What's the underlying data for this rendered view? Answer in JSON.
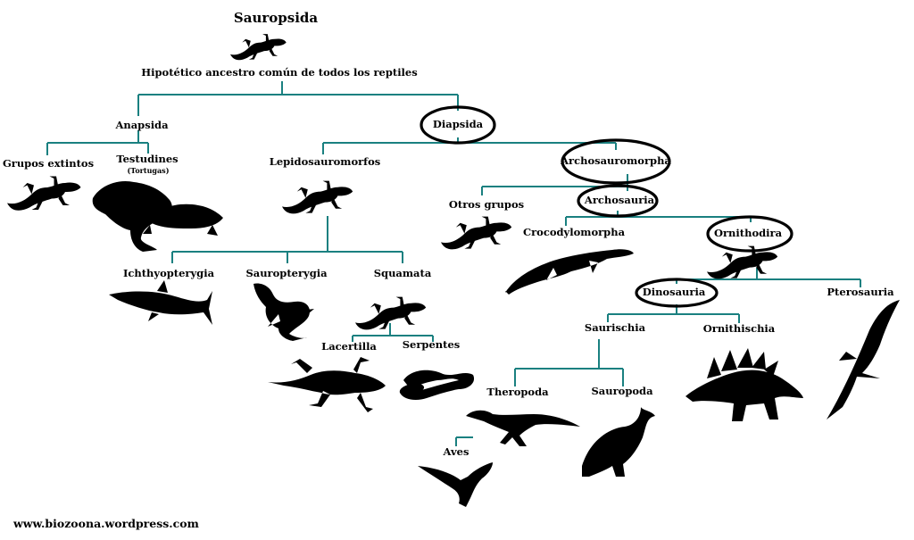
{
  "title": "Sauropsida",
  "ancestor": "Hipotético ancestro común de todos los reptiles",
  "nodes": {
    "anapsida": "Anapsida",
    "grupos_extintos": "Grupos extintos",
    "testudines": "Testudines",
    "tortugas": "(Tortugas)",
    "diapsida": "Diapsida",
    "lepidosauromorfos": "Lepidosauromorfos",
    "archosauromorpha": "Archosauromorpha",
    "otros_grupos": "Otros grupos",
    "archosauria": "Archosauria",
    "crocodylomorpha": "Crocodylomorpha",
    "ornithodira": "Ornithodira",
    "ichthyopterygia": "Ichthyopterygia",
    "sauropterygia": "Sauropterygia",
    "squamata": "Squamata",
    "lacertilla": "Lacertilla",
    "serpentes": "Serpentes",
    "dinosauria": "Dinosauria",
    "pterosauria": "Pterosauria",
    "saurischia": "Saurischia",
    "ornithischia": "Ornithischia",
    "theropoda": "Theropoda",
    "sauropoda": "Sauropoda",
    "aves": "Aves"
  },
  "footer": "www.biozoona.wordpress.com",
  "colors": {
    "branch": "#1a8080",
    "silhouette": "#000000",
    "circle": "#000000"
  }
}
